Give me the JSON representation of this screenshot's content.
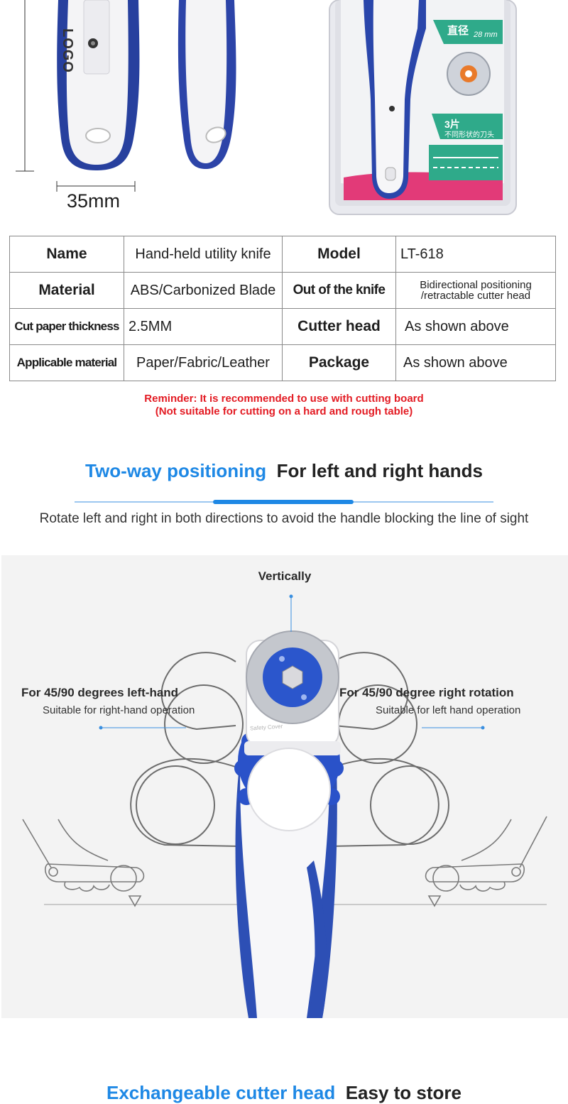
{
  "top_section": {
    "dimension_label": "35mm",
    "handle_logo": "LOGO",
    "package_diameter_cn": "直径",
    "package_diameter_mm": "28 mm",
    "package_count_cn": "3片",
    "package_shapes_cn": "不同形状的刀头"
  },
  "spec_table": {
    "rows": [
      {
        "k1": "Name",
        "v1": "Hand-held utility knife",
        "k2": "Model",
        "v2": "LT-618"
      },
      {
        "k1": "Material",
        "v1": "ABS/Carbonized Blade",
        "k2": "Out of the knife",
        "v2a": "Bidirectional positioning",
        "v2b": "/retractable cutter head"
      },
      {
        "k1": "Cut paper thickness",
        "v1": "2.5MM",
        "k2": "Cutter head",
        "v2": "As shown above"
      },
      {
        "k1": "Applicable material",
        "v1": "Paper/Fabric/Leather",
        "k2": "Package",
        "v2": "As shown above"
      }
    ]
  },
  "reminder": {
    "line1": "Reminder: It is recommended to use with cutting board",
    "line2": "(Not suitable for cutting on a hard and rough table)"
  },
  "feature": {
    "title_blue": "Two-way positioning",
    "title_dark": "For left and right hands",
    "description": "Rotate left and right in both directions to avoid the handle blocking the line of sight"
  },
  "demo": {
    "vertical_label": "Vertically",
    "left_title": "For 45/90 degrees left-hand",
    "left_sub": "Suitable for right-hand operation",
    "right_title": "For 45/90 degree right rotation",
    "right_sub": "Suitable for left hand operation",
    "blade_brand": "Safety Cover"
  },
  "next_section": {
    "title_blue": "Exchangeable cutter head",
    "title_dark": "Easy to store"
  },
  "colors": {
    "accent_blue": "#1e88e5",
    "handle_blue": "#2347a8",
    "reminder_red": "#e31b23"
  }
}
